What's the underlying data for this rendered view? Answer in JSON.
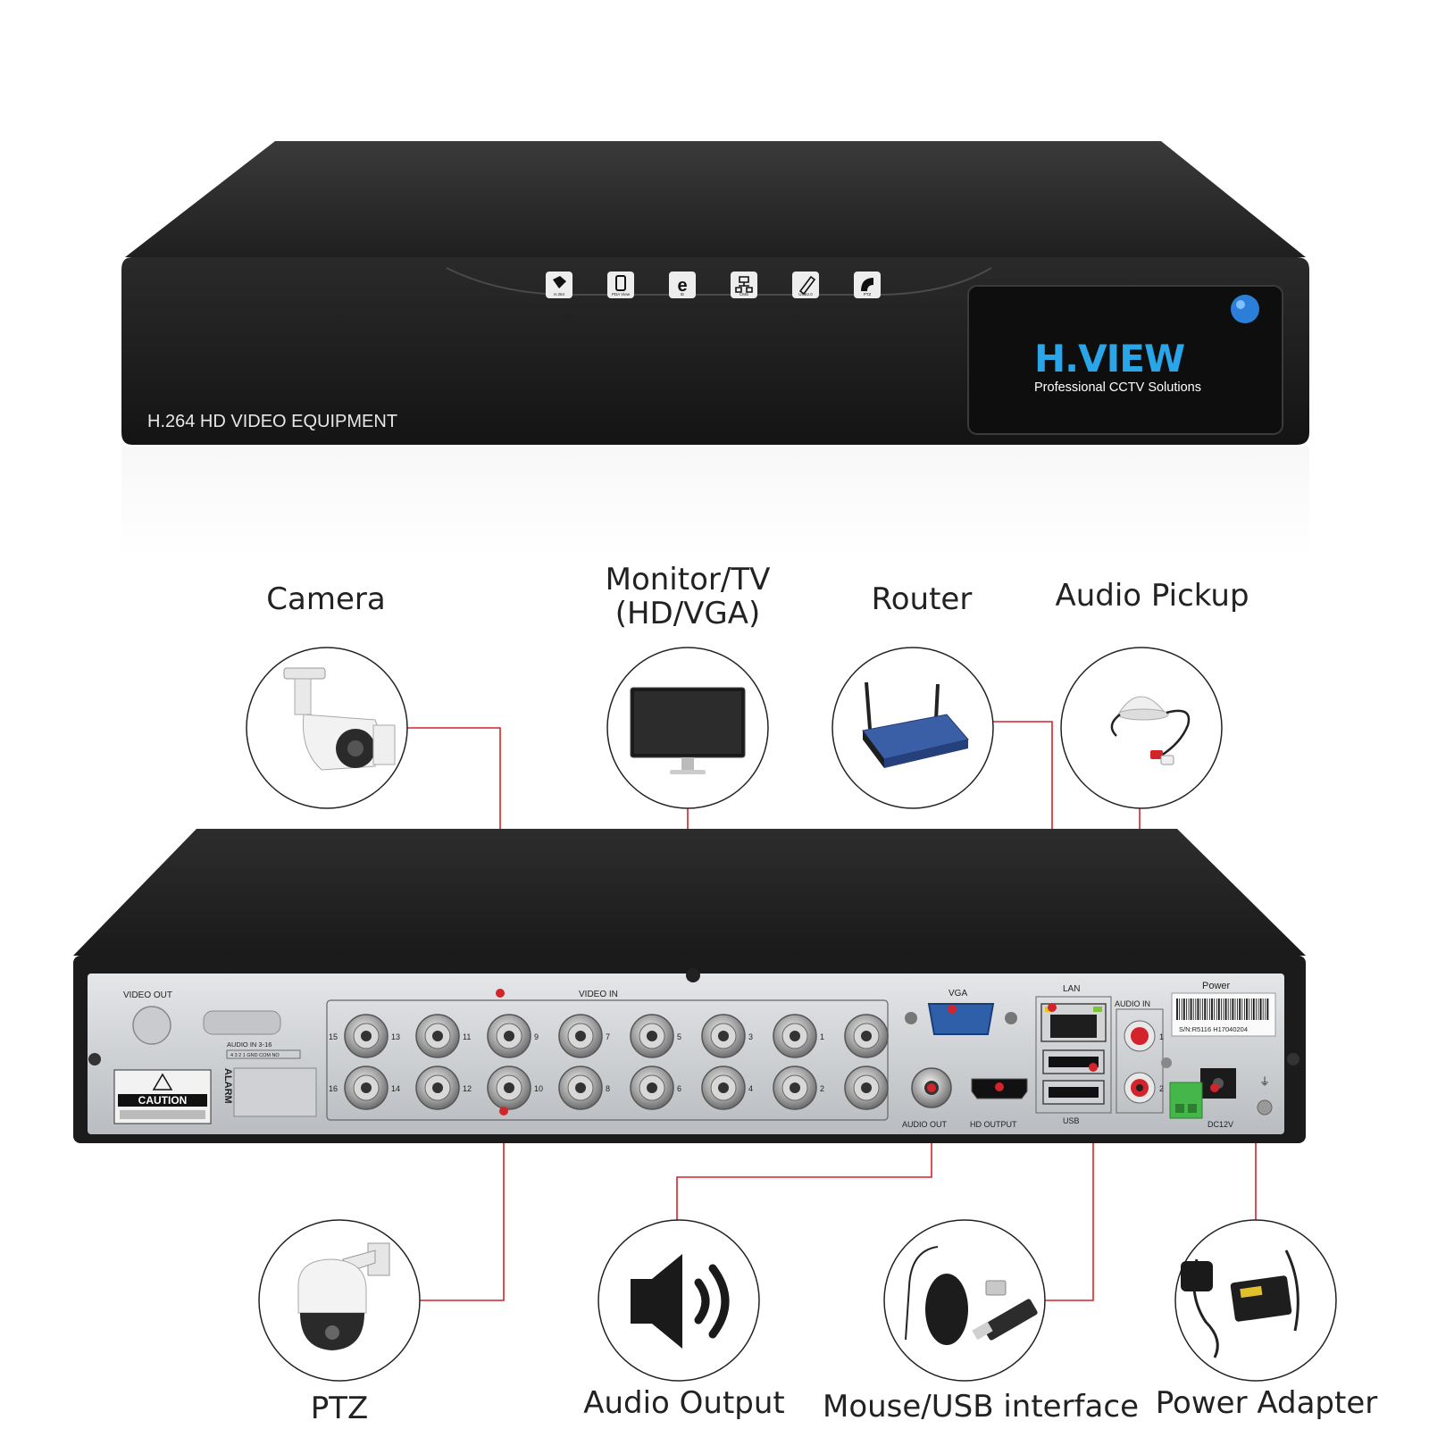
{
  "front_panel": {
    "model_text": "H.264 HD VIDEO EQUIPMENT",
    "brand": "H.VIEW",
    "tagline": "Professional CCTV Solutions",
    "buttons": [
      "H.264",
      "PDA View",
      "IE",
      "CMS",
      "USB2.0",
      "PTZ"
    ]
  },
  "rear_panel": {
    "video_out": "VIDEO OUT",
    "video_in": "VIDEO IN",
    "audio_in_strip": "AUDIO IN 3-16",
    "audio_pins": "4  3  2  1  GND COM  NO",
    "caution": "CAUTION",
    "alarm": "ALARM",
    "vga": "VGA",
    "lan": "LAN",
    "audio_in": "AUDIO IN",
    "power": "Power",
    "serial": "S/N:R5116 H17040204",
    "audio_out": "AUDIO OUT",
    "hd_output": "HD OUTPUT",
    "usb": "USB",
    "dc": "DC12V",
    "bnc_numbers_top": [
      "15",
      "13",
      "11",
      "9",
      "7",
      "5",
      "3",
      "1"
    ],
    "bnc_numbers_bottom": [
      "16",
      "14",
      "12",
      "10",
      "8",
      "6",
      "4",
      "2"
    ],
    "audio_in_numbers": [
      "1",
      "2"
    ]
  },
  "devices_top": [
    {
      "label": "Camera",
      "icon": "bullet-camera-icon"
    },
    {
      "label": "Monitor/TV",
      "label2": "(HD/VGA)",
      "icon": "monitor-icon"
    },
    {
      "label": "Router",
      "icon": "router-icon"
    },
    {
      "label": "Audio Pickup",
      "icon": "microphone-icon"
    }
  ],
  "devices_bottom": [
    {
      "label": "PTZ",
      "icon": "ptz-camera-icon"
    },
    {
      "label": "Audio Output",
      "icon": "speaker-icon"
    },
    {
      "label": "Mouse/USB interface",
      "icon": "mouse-usb-icon"
    },
    {
      "label": "Power Adapter",
      "icon": "power-adapter-icon"
    }
  ],
  "colors": {
    "connector_line": "#d3242c",
    "device_body": "#1e1e1e",
    "brand_blue": "#2aa5e8"
  }
}
